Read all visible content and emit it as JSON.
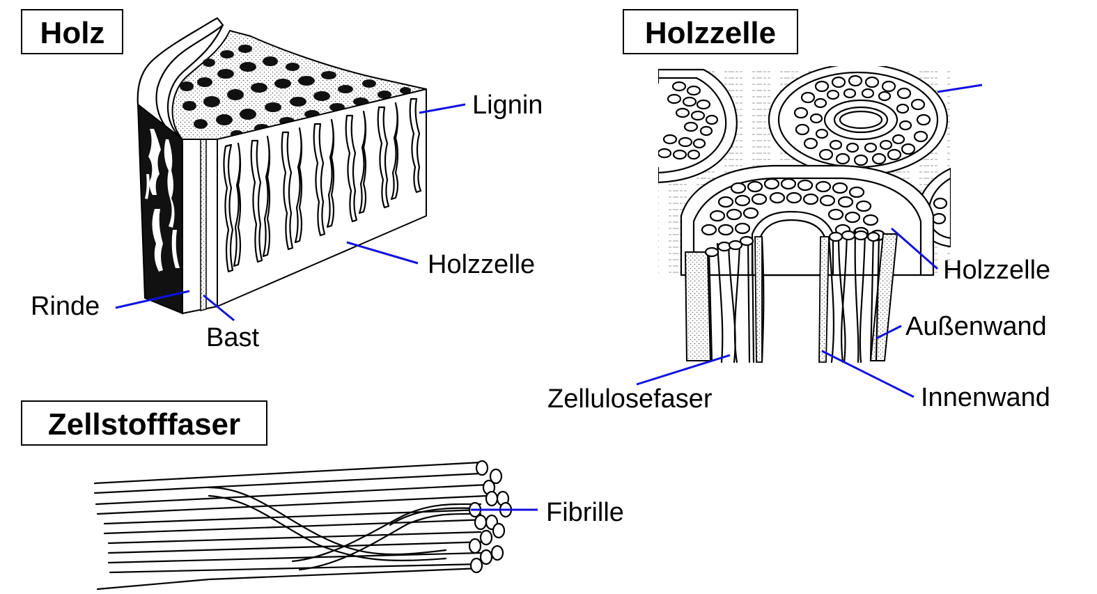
{
  "titles": {
    "holz": "Holz",
    "holzzelle": "Holzzelle",
    "zellstofffaser": "Zellstofffaser"
  },
  "labels": {
    "lignin": "Lignin",
    "holzzelle_wood": "Holzzelle",
    "rinde": "Rinde",
    "bast": "Bast",
    "holzzelle_cell": "Holzzelle",
    "aussenwand": "Außenwand",
    "innenwand": "Innenwand",
    "zellulosefaser": "Zellulosefaser",
    "fibrille": "Fibrille"
  },
  "colors": {
    "leader_line": "#1010e0",
    "ink": "#000000",
    "background": "#ffffff"
  }
}
